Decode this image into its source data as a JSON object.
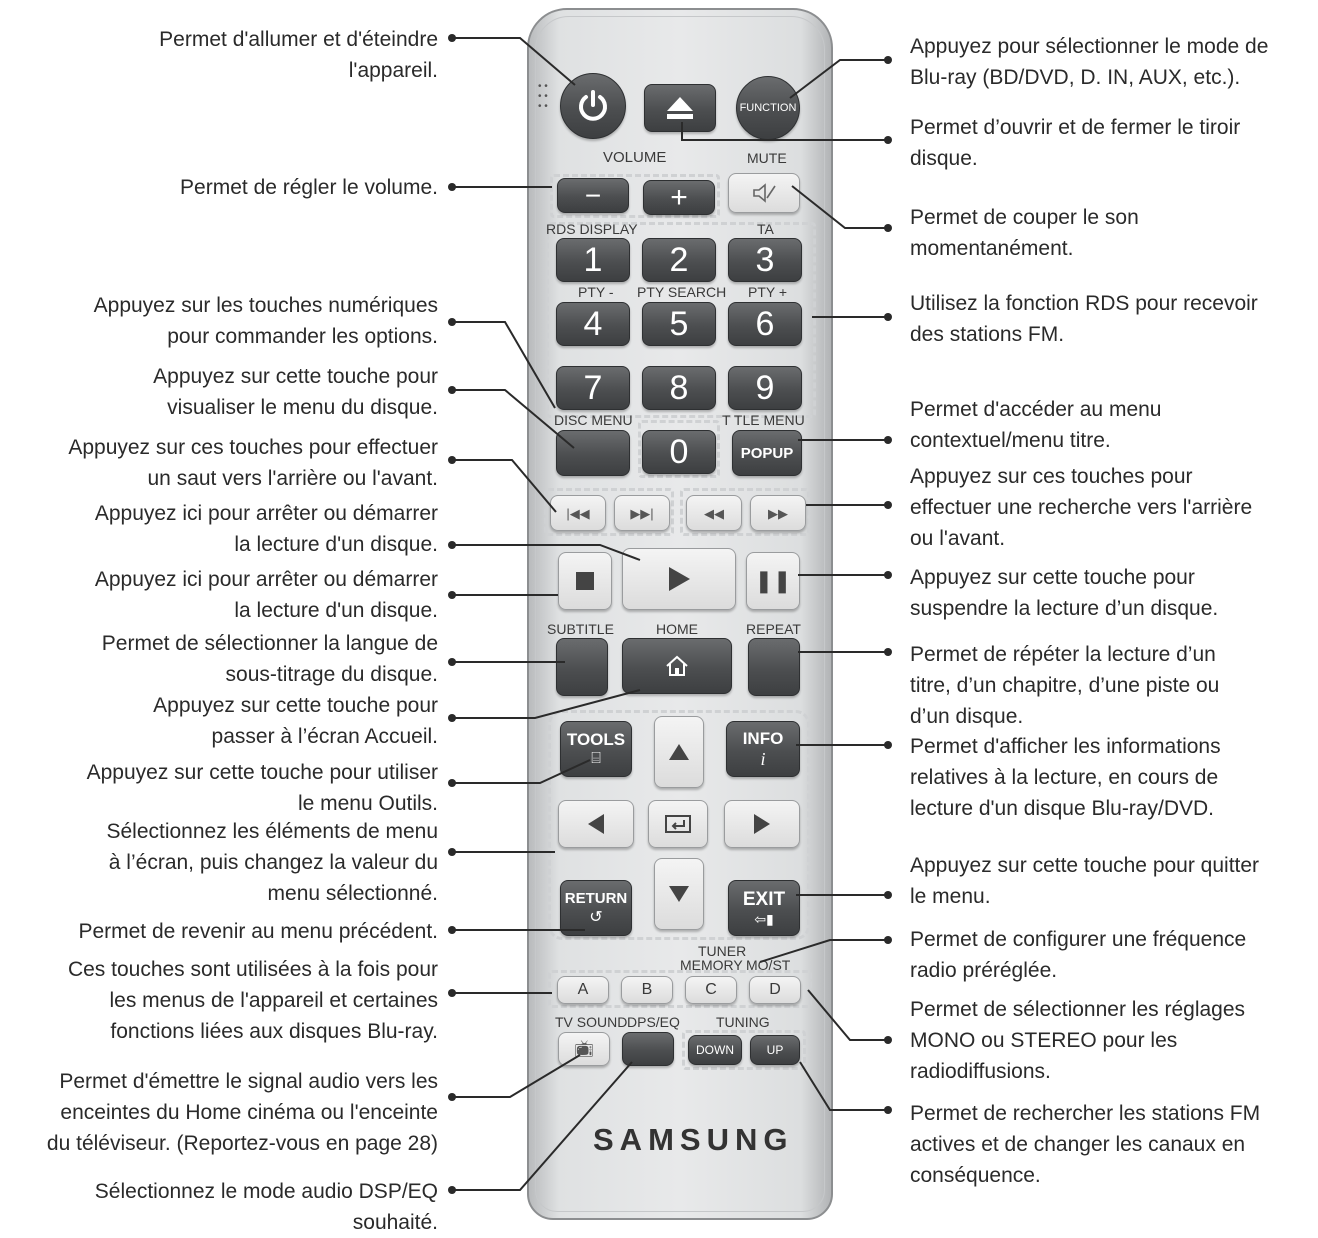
{
  "remote": {
    "function_label": "FUNCTION",
    "volume_label": "VOLUME",
    "mute_label": "MUTE",
    "vol_minus": "−",
    "vol_plus": "+",
    "rds_display": "RDS DISPLAY",
    "ta": "TA",
    "pty_minus": "PTY -",
    "pty_search": "PTY SEARCH",
    "pty_plus": "PTY +",
    "digits": [
      "1",
      "2",
      "3",
      "4",
      "5",
      "6",
      "7",
      "8",
      "9",
      "0"
    ],
    "disc_menu": "DISC MENU",
    "title_menu": "T TLE MENU",
    "popup": "POPUP",
    "subtitle": "SUBTITLE",
    "home": "HOME",
    "repeat": "REPEAT",
    "tools": "TOOLS",
    "info": "INFO",
    "return": "RETURN",
    "exit": "EXIT",
    "tuner": "TUNER",
    "memory": "MEMORY",
    "mo_st": "MO/ST",
    "color_keys": [
      "A",
      "B",
      "C",
      "D"
    ],
    "tv_sound": "TV SOUND",
    "dps_eq": "DPS/EQ",
    "tuning": "TUNING",
    "down": "DOWN",
    "up": "UP",
    "brand": "SAMSUNG"
  },
  "annotations_left": [
    {
      "lines": [
        "Permet d'allumer et d'éteindre",
        "l'appareil."
      ]
    },
    {
      "lines": [
        "Permet de régler le volume."
      ]
    },
    {
      "lines": [
        "Appuyez sur les touches numériques",
        "pour commander les options."
      ]
    },
    {
      "lines": [
        "Appuyez sur cette touche pour",
        "visualiser le menu du disque."
      ]
    },
    {
      "lines": [
        "Appuyez sur ces touches pour effectuer",
        "un saut vers l'arrière ou l'avant."
      ]
    },
    {
      "lines": [
        "Appuyez ici pour arrêter ou démarrer",
        "la lecture d'un disque."
      ]
    },
    {
      "lines": [
        "Appuyez ici pour arrêter ou démarrer",
        "la lecture d'un disque."
      ]
    },
    {
      "lines": [
        "Permet de sélectionner la langue de",
        "sous-titrage du disque."
      ]
    },
    {
      "lines": [
        "Appuyez sur cette touche pour",
        "passer à l’écran Accueil."
      ]
    },
    {
      "lines": [
        "Appuyez sur cette touche pour utiliser",
        "le menu Outils."
      ]
    },
    {
      "lines": [
        "Sélectionnez les éléments de menu",
        "à l’écran, puis changez la valeur du",
        "menu sélectionné."
      ]
    },
    {
      "lines": [
        "Permet de revenir au menu précédent."
      ]
    },
    {
      "lines": [
        "Ces touches sont utilisées à la fois pour",
        "les menus de l'appareil et certaines",
        "fonctions liées aux disques Blu-ray."
      ]
    },
    {
      "lines": [
        "Permet d'émettre le signal audio vers les",
        "enceintes du Home cinéma ou l'enceinte",
        "du téléviseur. (Reportez-vous en page 28)"
      ]
    },
    {
      "lines": [
        "Sélectionnez le mode audio DSP/EQ",
        "souhaité."
      ]
    }
  ],
  "annotations_right": [
    {
      "lines": [
        "Appuyez pour sélectionner le mode de",
        "Blu-ray (BD/DVD, D. IN, AUX, etc.)."
      ]
    },
    {
      "lines": [
        "Permet d’ouvrir et de fermer le tiroir",
        "disque."
      ]
    },
    {
      "lines": [
        "Permet de couper le son",
        "momentanément."
      ]
    },
    {
      "lines": [
        "Utilisez la fonction RDS pour recevoir",
        "des stations FM."
      ]
    },
    {
      "lines": [
        "Permet d'accéder au menu",
        "contextuel/menu titre."
      ]
    },
    {
      "lines": [
        "Appuyez sur ces touches pour",
        "effectuer une recherche vers l'arrière",
        "ou l'avant."
      ]
    },
    {
      "lines": [
        "Appuyez sur cette touche pour",
        "suspendre la lecture d’un disque."
      ]
    },
    {
      "lines": [
        "Permet de répéter la lecture d’un",
        "titre, d’un chapitre, d’une piste ou",
        "d’un disque."
      ]
    },
    {
      "lines": [
        "Permet d'afficher les informations",
        "relatives à la lecture, en cours de",
        "lecture d'un disque Blu-ray/DVD."
      ]
    },
    {
      "lines": [
        "Appuyez sur cette touche pour quitter",
        "le menu."
      ]
    },
    {
      "lines": [
        "Permet de configurer une fréquence",
        "radio préréglée."
      ]
    },
    {
      "lines": [
        "Permet de sélectionner les réglages",
        "MONO ou STEREO pour les",
        "radiodiffusions."
      ]
    },
    {
      "lines": [
        "Permet de rechercher les stations FM",
        "actives et de changer les canaux en",
        "conséquence."
      ]
    }
  ],
  "colors": {
    "button_dark": "#4c4e50",
    "remote_body": "#e2e3e4",
    "line": "#2a2a2a"
  }
}
